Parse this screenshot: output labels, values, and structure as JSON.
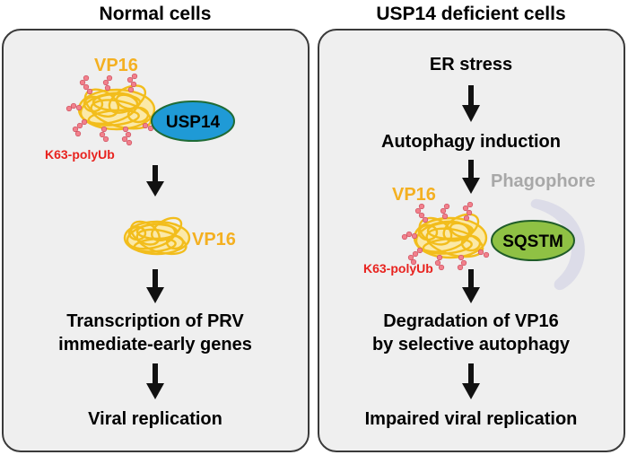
{
  "colors": {
    "panel_fill": "#efefef",
    "panel_stroke": "#3a3a3a",
    "vp16": "#f4b021",
    "vp16_coil": "#f2bd1c",
    "k63": "#e8231f",
    "ubiquitin": "#f2808c",
    "usp14_fill": "#1f9ad6",
    "usp14_stroke": "#1f6b35",
    "sqstm_fill": "#8fc144",
    "sqstm_stroke": "#1f5c28",
    "phagophore_fill": "#dcdce8",
    "phagophore_text": "#a8a8a8",
    "arrow": "#111111"
  },
  "left_panel": {
    "heading": "Normal cells",
    "vp16_label_top": "VP16",
    "usp14_label": "USP14",
    "k63_label": "K63-polyUb",
    "vp16_label_mid": "VP16",
    "step_1_line_1": "Transcription of PRV",
    "step_1_line_2": "immediate-early genes",
    "step_2": "Viral replication"
  },
  "right_panel": {
    "heading": "USP14 deficient cells",
    "step_1": "ER stress",
    "step_2": "Autophagy induction",
    "phagophore_label": "Phagophore",
    "vp16_label": "VP16",
    "sqstm_label": "SQSTM",
    "k63_label": "K63-polyUb",
    "step_3_line_1": "Degradation of VP16",
    "step_3_line_2": "by selective autophagy",
    "step_4": "Impaired viral replication"
  }
}
